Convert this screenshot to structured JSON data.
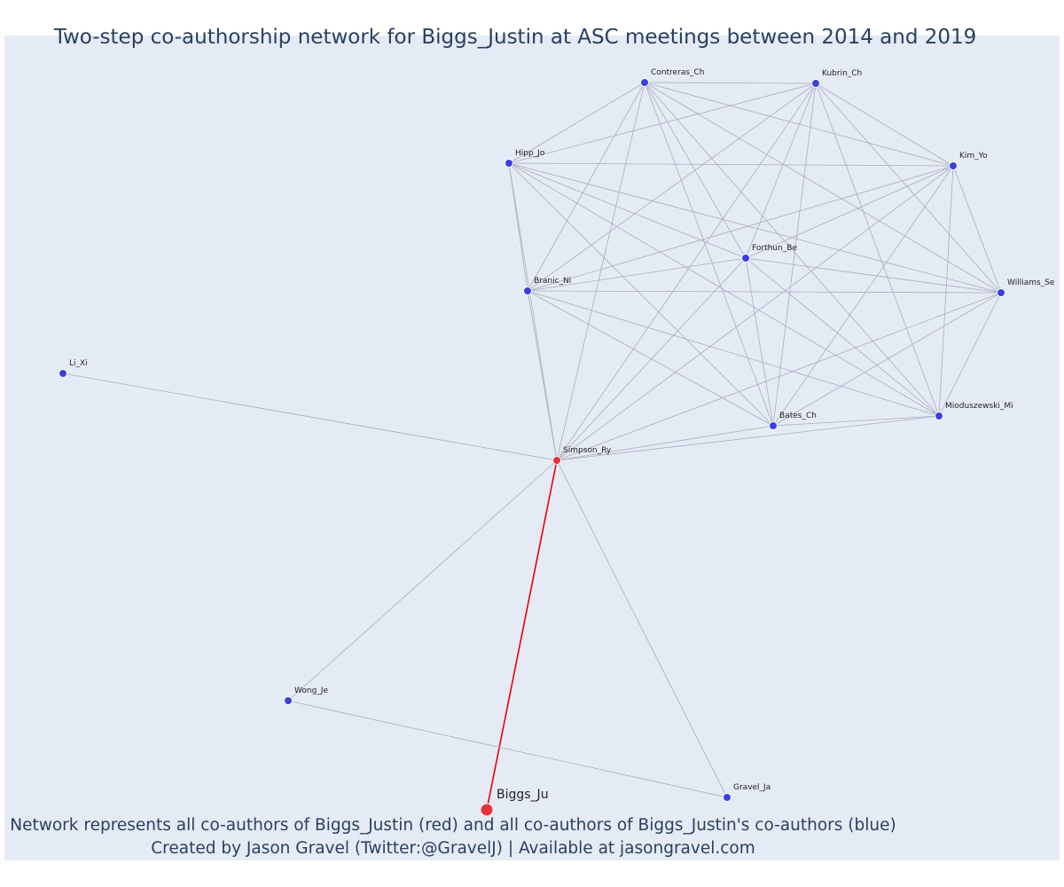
{
  "title": "Two-step co-authorship network for Biggs_Justin at ASC meetings between 2014 and 2019",
  "footnote": {
    "line1": "Network represents all co-authors of Biggs_Justin (red) and all co-authors of Biggs_Justin's co-authors (blue)",
    "line2": "Created by Jason Gravel (Twitter:@GravelJ) | Available at jasongravel.com"
  },
  "colors": {
    "background": "#e5ebf5",
    "edge": "#a9adba",
    "focal_edge": "#e8000b",
    "direct_coauthor": "#e8323c",
    "second_step": "#3b3fe0",
    "title_text": "#2a3f5f"
  },
  "network": {
    "focal": "Biggs_Ju",
    "nodes": [
      {
        "id": "Biggs_Ju",
        "label": "Biggs_Ju",
        "group": "focal"
      },
      {
        "id": "Simpson_Ry",
        "label": "Simpson_Ry",
        "group": "direct"
      },
      {
        "id": "Contreras_Ch",
        "label": "Contreras_Ch",
        "group": "second"
      },
      {
        "id": "Kubrin_Ch",
        "label": "Kubrin_Ch",
        "group": "second"
      },
      {
        "id": "Hipp_Jo",
        "label": "Hipp_Jo",
        "group": "second"
      },
      {
        "id": "Kim_Yo",
        "label": "Kim_Yo",
        "group": "second"
      },
      {
        "id": "Forthun_Be",
        "label": "Forthun_Be",
        "group": "second"
      },
      {
        "id": "Branic_Ni",
        "label": "Branic_Ni",
        "group": "second"
      },
      {
        "id": "Williams_Se",
        "label": "Williams_Se",
        "group": "second"
      },
      {
        "id": "Li_Xi",
        "label": "Li_Xi",
        "group": "second"
      },
      {
        "id": "Mioduszewski_Mi",
        "label": "Mioduszewski_Mi",
        "group": "second"
      },
      {
        "id": "Bates_Ch",
        "label": "Bates_Ch",
        "group": "second"
      },
      {
        "id": "Wong_Je",
        "label": "Wong_Je",
        "group": "second"
      },
      {
        "id": "Gravel_Ja",
        "label": "Gravel_Ja",
        "group": "second"
      }
    ],
    "clique": [
      "Contreras_Ch",
      "Kubrin_Ch",
      "Hipp_Jo",
      "Kim_Yo",
      "Forthun_Be",
      "Branic_Ni",
      "Williams_Se",
      "Mioduszewski_Mi",
      "Bates_Ch",
      "Simpson_Ry"
    ],
    "edges": [
      [
        "Biggs_Ju",
        "Simpson_Ry"
      ],
      [
        "Simpson_Ry",
        "Li_Xi"
      ],
      [
        "Simpson_Ry",
        "Wong_Je"
      ],
      [
        "Simpson_Ry",
        "Gravel_Ja"
      ],
      [
        "Wong_Je",
        "Gravel_Ja"
      ]
    ]
  }
}
